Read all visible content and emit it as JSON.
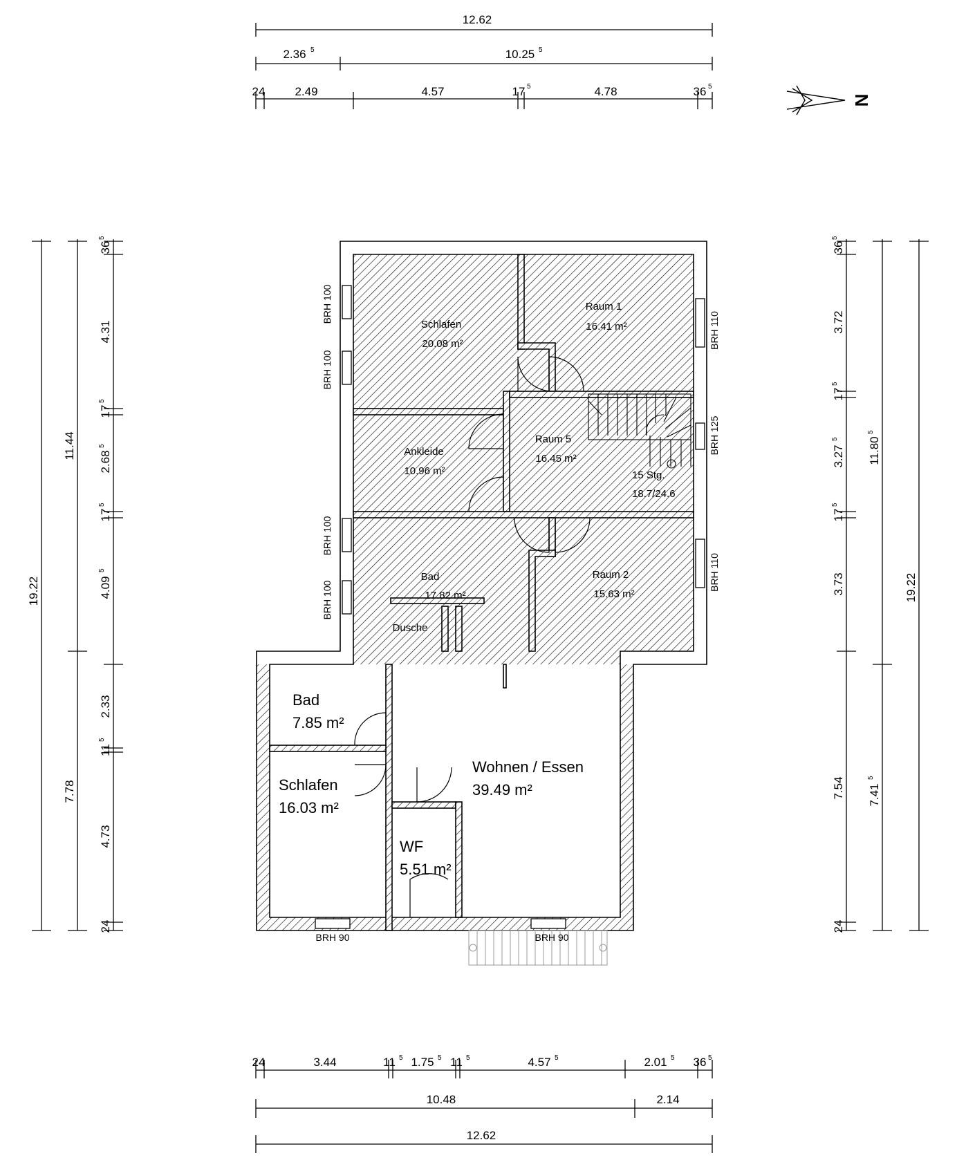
{
  "dimensions": {
    "top": {
      "overall": "12.62",
      "row2": [
        "2.36",
        "10.25"
      ],
      "row3": [
        "24",
        "2.49",
        "4.57",
        "17",
        "4.78",
        "36"
      ]
    },
    "bottom": {
      "row1": [
        "24",
        "3.44",
        "11",
        "1.75",
        "11",
        "4.57",
        "2.01",
        "36"
      ],
      "row2": [
        "10.48",
        "2.14"
      ],
      "overall": "12.62"
    },
    "left": {
      "outer": "19.22",
      "mid": [
        "11.44",
        "7.78"
      ],
      "inner": [
        "36",
        "4.31",
        "17",
        "2.68",
        "17",
        "4.09",
        "2.33",
        "11",
        "4.73",
        "24"
      ]
    },
    "right": {
      "outer": "19.22",
      "mid": [
        "11.80",
        "7.41"
      ],
      "inner": [
        "36",
        "3.72",
        "17",
        "3.27",
        "17",
        "3.73",
        "7.54",
        "24"
      ]
    },
    "superscript": "5"
  },
  "north": {
    "label": "N"
  },
  "rooms": {
    "schlafen_upper": {
      "name": "Schlafen",
      "area": "20.08 m²"
    },
    "raum1": {
      "name": "Raum 1",
      "area": "16.41 m²"
    },
    "ankleide": {
      "name": "Ankleide",
      "area": "10.96 m²"
    },
    "raum5": {
      "name": "Raum 5",
      "area": "16.45 m²"
    },
    "bad_upper": {
      "name": "Bad",
      "area": "17.82 m²",
      "shower": "Dusche"
    },
    "raum2": {
      "name": "Raum 2",
      "area": "15.63 m²"
    },
    "bad_lower": {
      "name": "Bad",
      "area": "7.85 m²"
    },
    "schlafen_lower": {
      "name": "Schlafen",
      "area": "16.03 m²"
    },
    "wohnen": {
      "name": "Wohnen / Essen",
      "area": "39.49 m²"
    },
    "wf": {
      "name": "WF",
      "area": "5.51 m²"
    }
  },
  "stairs": {
    "steps": "15 Stg.",
    "ratio": "18.7/24.6"
  },
  "windows": {
    "brh100": "BRH 100",
    "brh110": "BRH 110",
    "brh125": "BRH 125",
    "brh90": "BRH 90"
  }
}
